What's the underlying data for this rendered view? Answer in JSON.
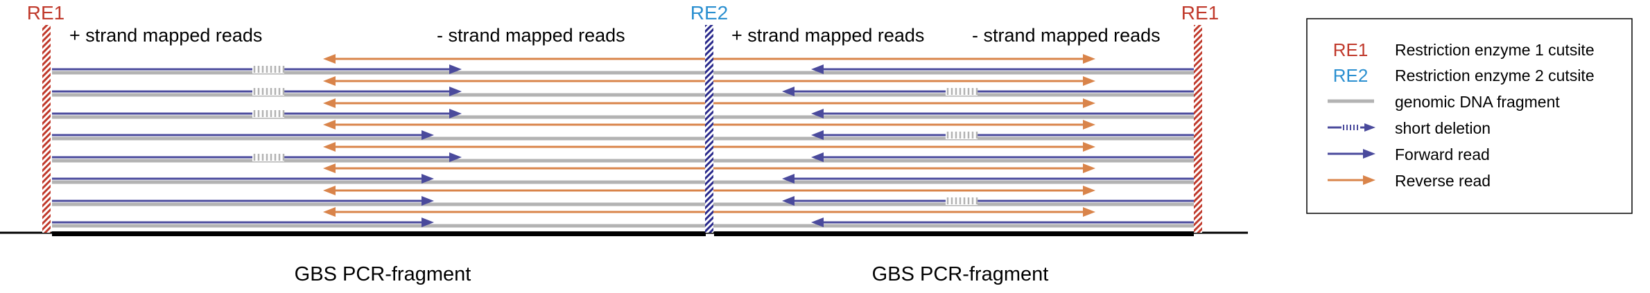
{
  "site_labels": {
    "re1_left": "RE1",
    "re2": "RE2",
    "re1_right": "RE1"
  },
  "strand_labels": {
    "left_plus": "+ strand mapped reads",
    "left_minus": "- strand mapped reads",
    "right_plus": "+ strand mapped reads",
    "right_minus": "- strand mapped reads"
  },
  "fragment_labels": {
    "left": "GBS PCR-fragment",
    "right": "GBS PCR-fragment"
  },
  "legend": {
    "items": [
      {
        "key": "RE1",
        "label": "Restriction enzyme 1 cutsite",
        "kind": "text",
        "color": "#c0392b"
      },
      {
        "key": "RE2",
        "label": "Restriction enzyme 2 cutsite",
        "kind": "text",
        "color": "#2a8fd0"
      },
      {
        "key": "",
        "label": "genomic DNA fragment",
        "kind": "genomic",
        "color": "#b3b3b3"
      },
      {
        "key": "",
        "label": "short deletion",
        "kind": "deletion",
        "color": "#4a4a9c"
      },
      {
        "key": "",
        "label": "Forward read",
        "kind": "forward",
        "color": "#4a4a9c"
      },
      {
        "key": "",
        "label": "Reverse read",
        "kind": "reverse",
        "color": "#d9844a"
      }
    ]
  },
  "colors": {
    "re1": "#c0392b",
    "re2": "#2a8fd0",
    "genomic": "#b3b3b3",
    "forward": "#4a4a9c",
    "reverse": "#d9844a",
    "baseline": "#000000"
  },
  "read_rows": {
    "left": [
      {
        "fwd_end": "long",
        "deletion": true
      },
      {
        "fwd_end": "long",
        "deletion": true
      },
      {
        "fwd_end": "long",
        "deletion": true
      },
      {
        "fwd_end": "short",
        "deletion": false
      },
      {
        "fwd_end": "long",
        "deletion": true
      },
      {
        "fwd_end": "short",
        "deletion": false
      },
      {
        "fwd_end": "short",
        "deletion": false
      },
      {
        "fwd_end": "short",
        "deletion": false
      }
    ],
    "right": [
      {
        "fwd_start": "long",
        "deletion": false
      },
      {
        "fwd_start": "short",
        "deletion": true
      },
      {
        "fwd_start": "long",
        "deletion": false
      },
      {
        "fwd_start": "long",
        "deletion": true
      },
      {
        "fwd_start": "long",
        "deletion": false
      },
      {
        "fwd_start": "short",
        "deletion": false
      },
      {
        "fwd_start": "short",
        "deletion": true
      },
      {
        "fwd_start": "long",
        "deletion": false
      }
    ]
  }
}
